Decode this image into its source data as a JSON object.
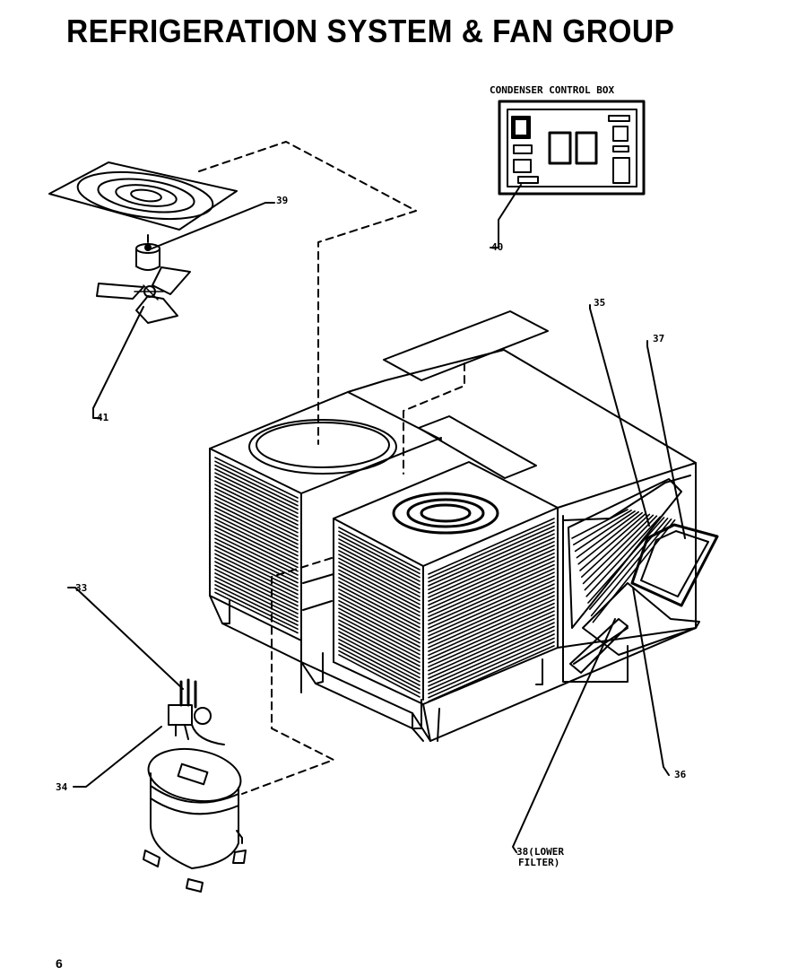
{
  "page": {
    "title": "REFRIGERATION SYSTEM & FAN GROUP",
    "page_number": "6"
  },
  "control_box": {
    "title": "CONDENSER CONTROL BOX"
  },
  "callouts": {
    "c33": "33",
    "c34": "34",
    "c35": "35",
    "c36": "36",
    "c37": "37",
    "c38_line1": "38(LOWER",
    "c38_line2": "FILTER)",
    "c39": "39",
    "c40": "40",
    "c41": "41"
  }
}
